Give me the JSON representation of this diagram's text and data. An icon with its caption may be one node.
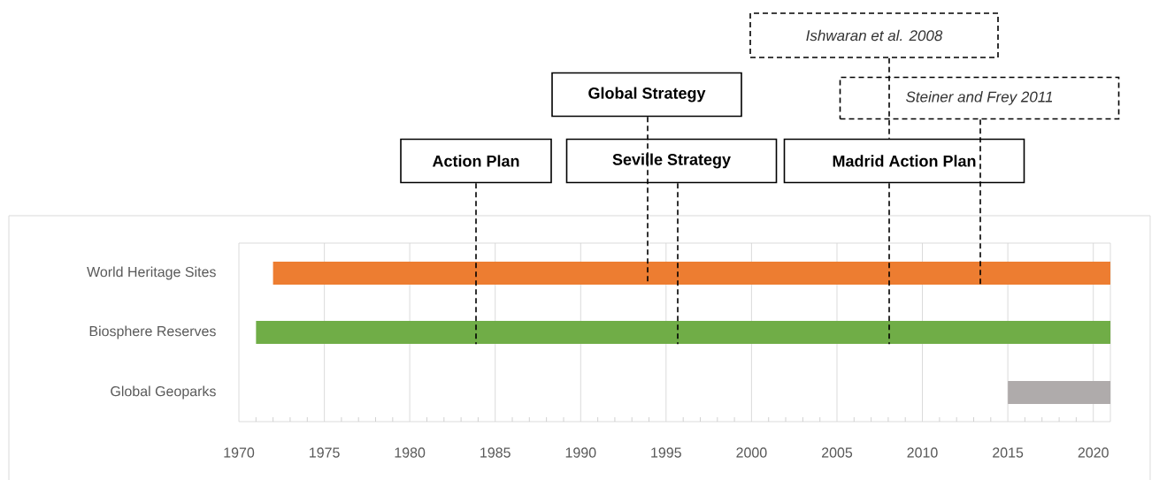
{
  "diagram": {
    "nodes": [
      {
        "text": [
          "Ishwaran et al. 2008"
        ]
      },
      {
        "text": [
          "Global Strategy"
        ]
      },
      {
        "text": [
          "Steiner and Frey 2011"
        ]
      },
      {
        "text": [
          "Action Plan"
        ]
      },
      {
        "text": [
          "Seville Strategy"
        ]
      },
      {
        "text": [
          "Madrid Action Plan"
        ]
      },
      {
        "text": [],
        "shape": "bar"
      },
      {
        "text": [],
        "shape": "bar"
      },
      {
        "text": [],
        "shape": "bar"
      }
    ],
    "edges": [
      {
        "from": 3,
        "to": 7,
        "arrow": "none",
        "style": "dashed"
      },
      {
        "from": 1,
        "to": 6,
        "arrow": "none",
        "style": "dashed"
      },
      {
        "from": 4,
        "to": 7,
        "arrow": "none",
        "style": "dashed"
      },
      {
        "from": 0,
        "to": 5,
        "arrow": "none",
        "style": "dashed"
      },
      {
        "from": 5,
        "to": 7,
        "arrow": "none",
        "style": "dashed"
      },
      {
        "from": 2,
        "to": 6,
        "arrow": "none",
        "style": "dashed"
      }
    ],
    "labels": [
      "World Heritage Sites",
      "Biosphere Reserves",
      "Global Geoparks",
      "1970",
      "1975",
      "1980",
      "1985",
      "1990",
      "1995",
      "2000",
      "2005",
      "2010",
      "2015",
      "2020"
    ]
  }
}
